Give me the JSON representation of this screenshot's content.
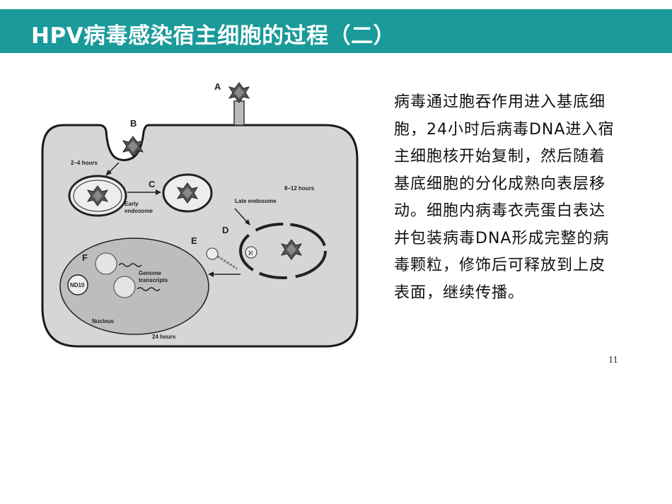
{
  "slide": {
    "title": "HPV病毒感染宿主细胞的过程（二）",
    "page_number": "11",
    "body_lines": [
      "病毒通过胞吞作用进入基底细",
      "胞，24小时后病毒DNA进入宿",
      "主细胞核开始复制，然后随着",
      "基底细胞的分化成熟向表层移",
      "动。细胞内病毒衣壳蛋白表达",
      "并包装病毒DNA形成完整的病",
      "毒颗粒，修饰后可释放到上皮",
      "表面，继续传播。"
    ]
  },
  "figure": {
    "labels": {
      "A": "A",
      "B": "B",
      "C": "C",
      "D": "D",
      "E": "E",
      "F": "F",
      "hours_2_4": "2–4 hours",
      "early_endosome_1": "Early",
      "early_endosome_2": "endosome",
      "late_endosome": "Late endosome",
      "hours_8_12": "8–12 hours",
      "nd10": "ND10",
      "genome_1": "Genome",
      "genome_2": "transcripts",
      "nucleus": "Nucleus",
      "hours_24": "24 hours"
    }
  },
  "colors": {
    "title_bar": "#1a9a9a",
    "cell_fill": "#d6d6d6",
    "nucleus_fill": "#bdbdbd"
  }
}
